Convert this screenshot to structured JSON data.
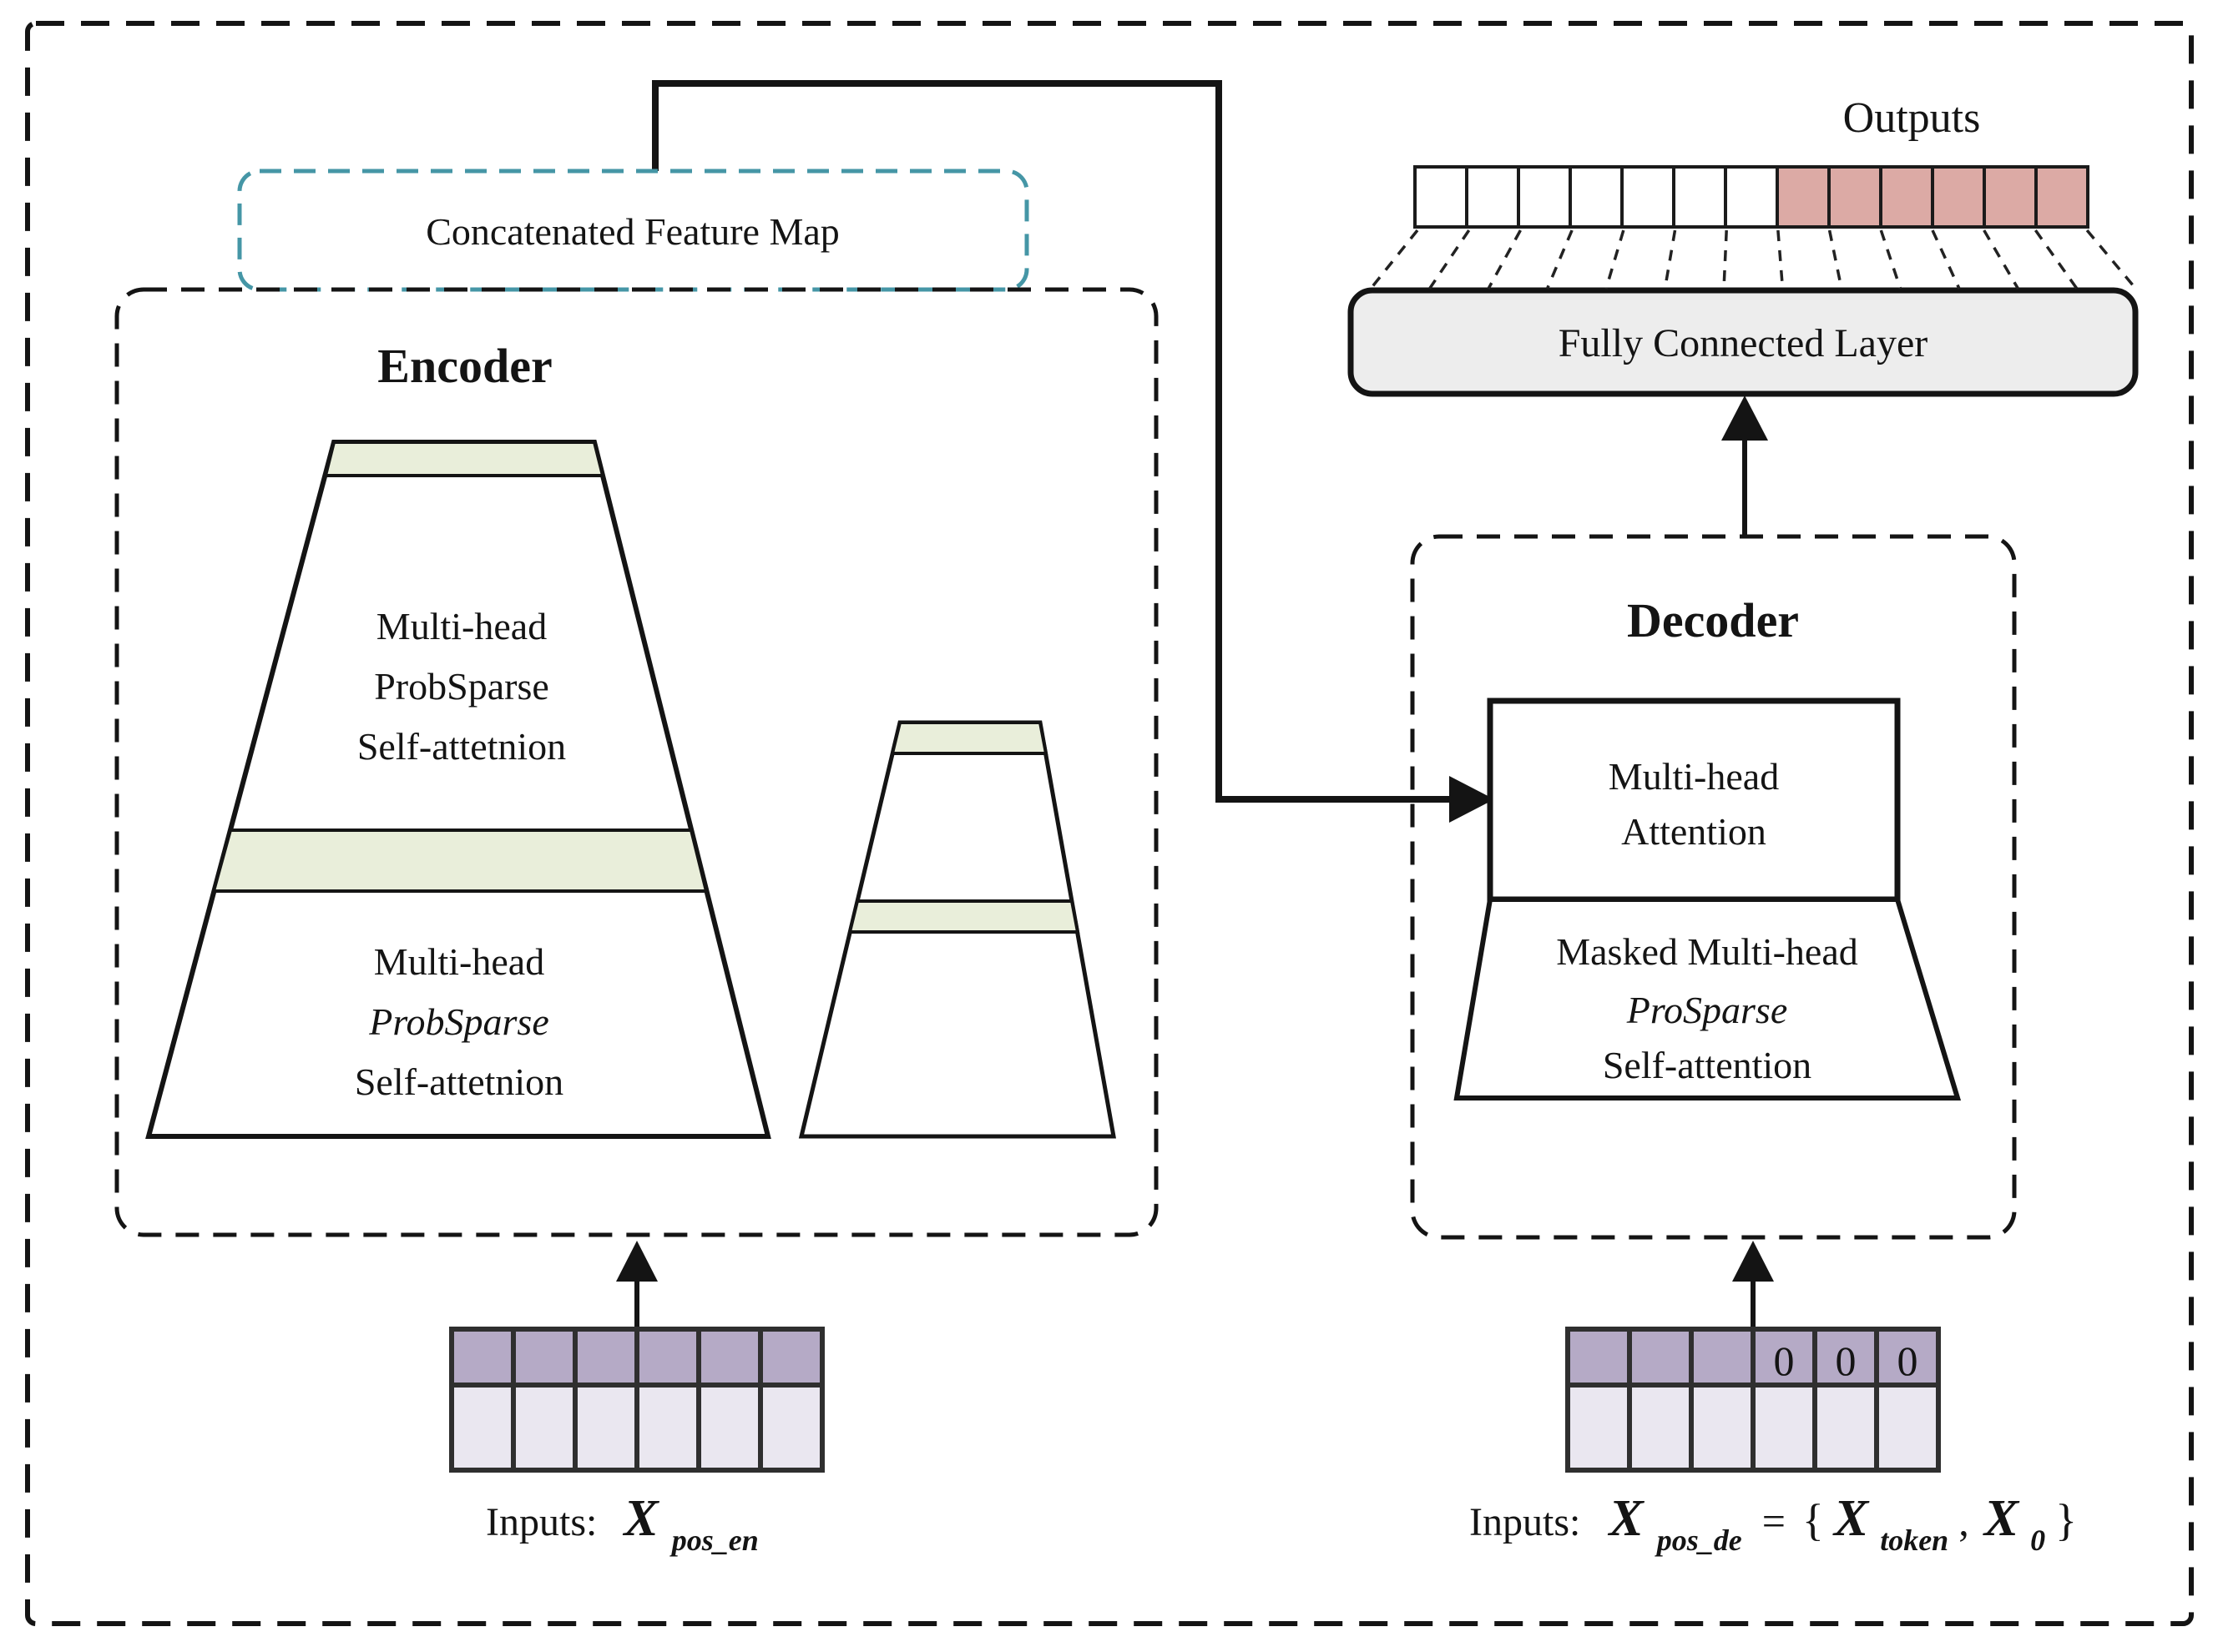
{
  "feature_map": {
    "label": "Concatenated Feature Map"
  },
  "encoder": {
    "title": "Encoder",
    "stack_upper": {
      "line1": "Multi-head",
      "line2": "ProbSparse",
      "line3": "Self-attetnion"
    },
    "stack_lower": {
      "line1": "Multi-head",
      "line2": "ProbSparse",
      "line3": "Self-attetnion"
    }
  },
  "decoder": {
    "title": "Decoder",
    "mha": {
      "line1": "Multi-head",
      "line2": "Attention"
    },
    "masked": {
      "line1": "Masked Multi-head",
      "line2": "ProSparse",
      "line3": "Self-attention"
    }
  },
  "outputs": {
    "label": "Outputs",
    "white_cells": 7,
    "pink_cells": 6,
    "pink_color": "#dcaaa5"
  },
  "fcl": {
    "label": "Fully Connected Layer",
    "fill": "#ededed"
  },
  "encoder_input": {
    "prefix": "Inputs:",
    "var": "X",
    "subscript": "pos_en"
  },
  "decoder_input": {
    "prefix": "Inputs:",
    "var": "X",
    "subscript": "pos_de",
    "equals": "=",
    "open_brace": "{",
    "var2": "X",
    "subscript2": "token",
    "comma": ",",
    "var3": "X",
    "subscript3": "0",
    "close_brace": "}",
    "zeros": [
      "0",
      "0",
      "0"
    ]
  },
  "colors": {
    "teal": "#4596a6",
    "band_green": "#e9eeda",
    "grid_top": "#b5aac6",
    "grid_bottom": "#eae7f0",
    "pink": "#dcaaa5",
    "line": "#141414"
  },
  "grid": {
    "columns": 6,
    "rows": 2
  }
}
